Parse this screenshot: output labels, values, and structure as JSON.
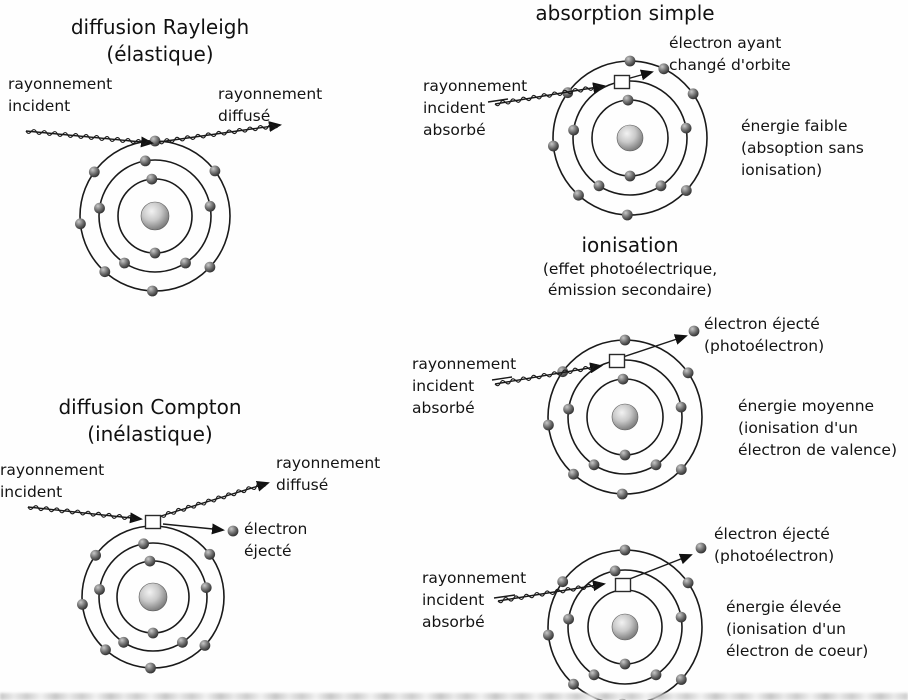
{
  "figure": {
    "background": "#fefefe",
    "line_color": "#1a1a1a",
    "nucleus_color_center": "#f2f2f2",
    "nucleus_color_edge": "#6e6e6e",
    "electron_color_center": "#c8c8c8",
    "electron_color_edge": "#2b2b2b"
  },
  "sections": {
    "rayleigh": {
      "title": "diffusion Rayleigh",
      "subtitle": "(élastique)",
      "label_incident": "rayonnement\nincident",
      "label_scattered": "rayonnement\ndiffusé"
    },
    "compton": {
      "title": "diffusion Compton",
      "subtitle": "(inélastique)",
      "label_incident": "rayonnement\nincident",
      "label_scattered": "rayonnement\ndiffusé",
      "label_ejected": "électron\néjecté"
    },
    "absorption": {
      "title": "absorption simple",
      "label_electron": "électron ayant\nchangé d'orbite",
      "label_incident": "rayonnement\nincident\nabsorbé",
      "label_energy": "énergie faible\n(absoption sans\nionisation)"
    },
    "ionisation": {
      "title": "ionisation",
      "subtitle": "(effet photoélectrique,\némission secondaire)",
      "medium": {
        "label_ejected": "électron éjecté\n(photoélectron)",
        "label_incident": "rayonnement\nincident\nabsorbé",
        "label_energy": "énergie moyenne\n(ionisation d'un\nélectron de valence)"
      },
      "high": {
        "label_ejected": "électron éjecté\n(photoélectron)",
        "label_incident": "rayonnement\nincident\nabsorbé",
        "label_energy": "énergie élevée\n(ionisation d'un\nélectron de coeur)"
      }
    }
  }
}
